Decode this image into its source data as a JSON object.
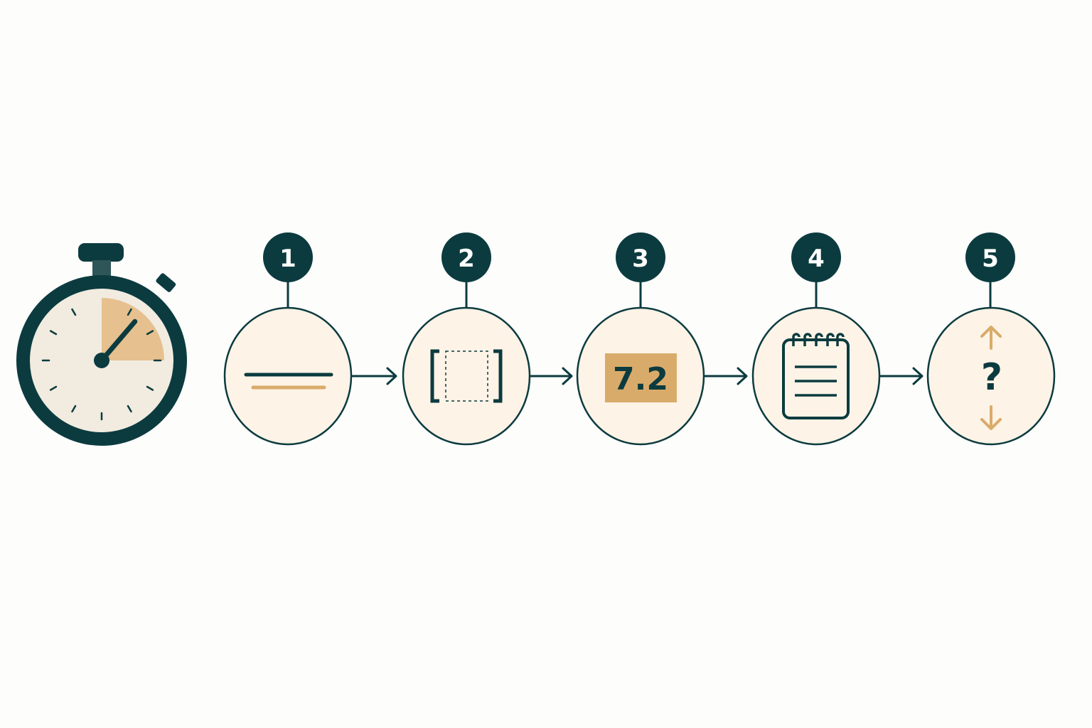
{
  "colors": {
    "dark": "#0b3b3f",
    "accent": "#d9ab6a",
    "accent_light": "#e6c08e",
    "circle_fill": "#fdf3e6",
    "clock_face": "#f1ebe0",
    "background": "#fdfdfc"
  },
  "timer": {
    "icon": "stopwatch-icon",
    "elapsed_fraction": 0.125
  },
  "steps": [
    {
      "number": "1",
      "icon": "line-icon"
    },
    {
      "number": "2",
      "icon": "bracket-frame-icon"
    },
    {
      "number": "3",
      "icon": "score-badge-icon",
      "value": "7.2"
    },
    {
      "number": "4",
      "icon": "notepad-icon"
    },
    {
      "number": "5",
      "icon": "question-updown-icon",
      "symbol": "?"
    }
  ],
  "arrows": [
    "arrow-right-icon",
    "arrow-right-icon",
    "arrow-right-icon",
    "arrow-right-icon"
  ]
}
